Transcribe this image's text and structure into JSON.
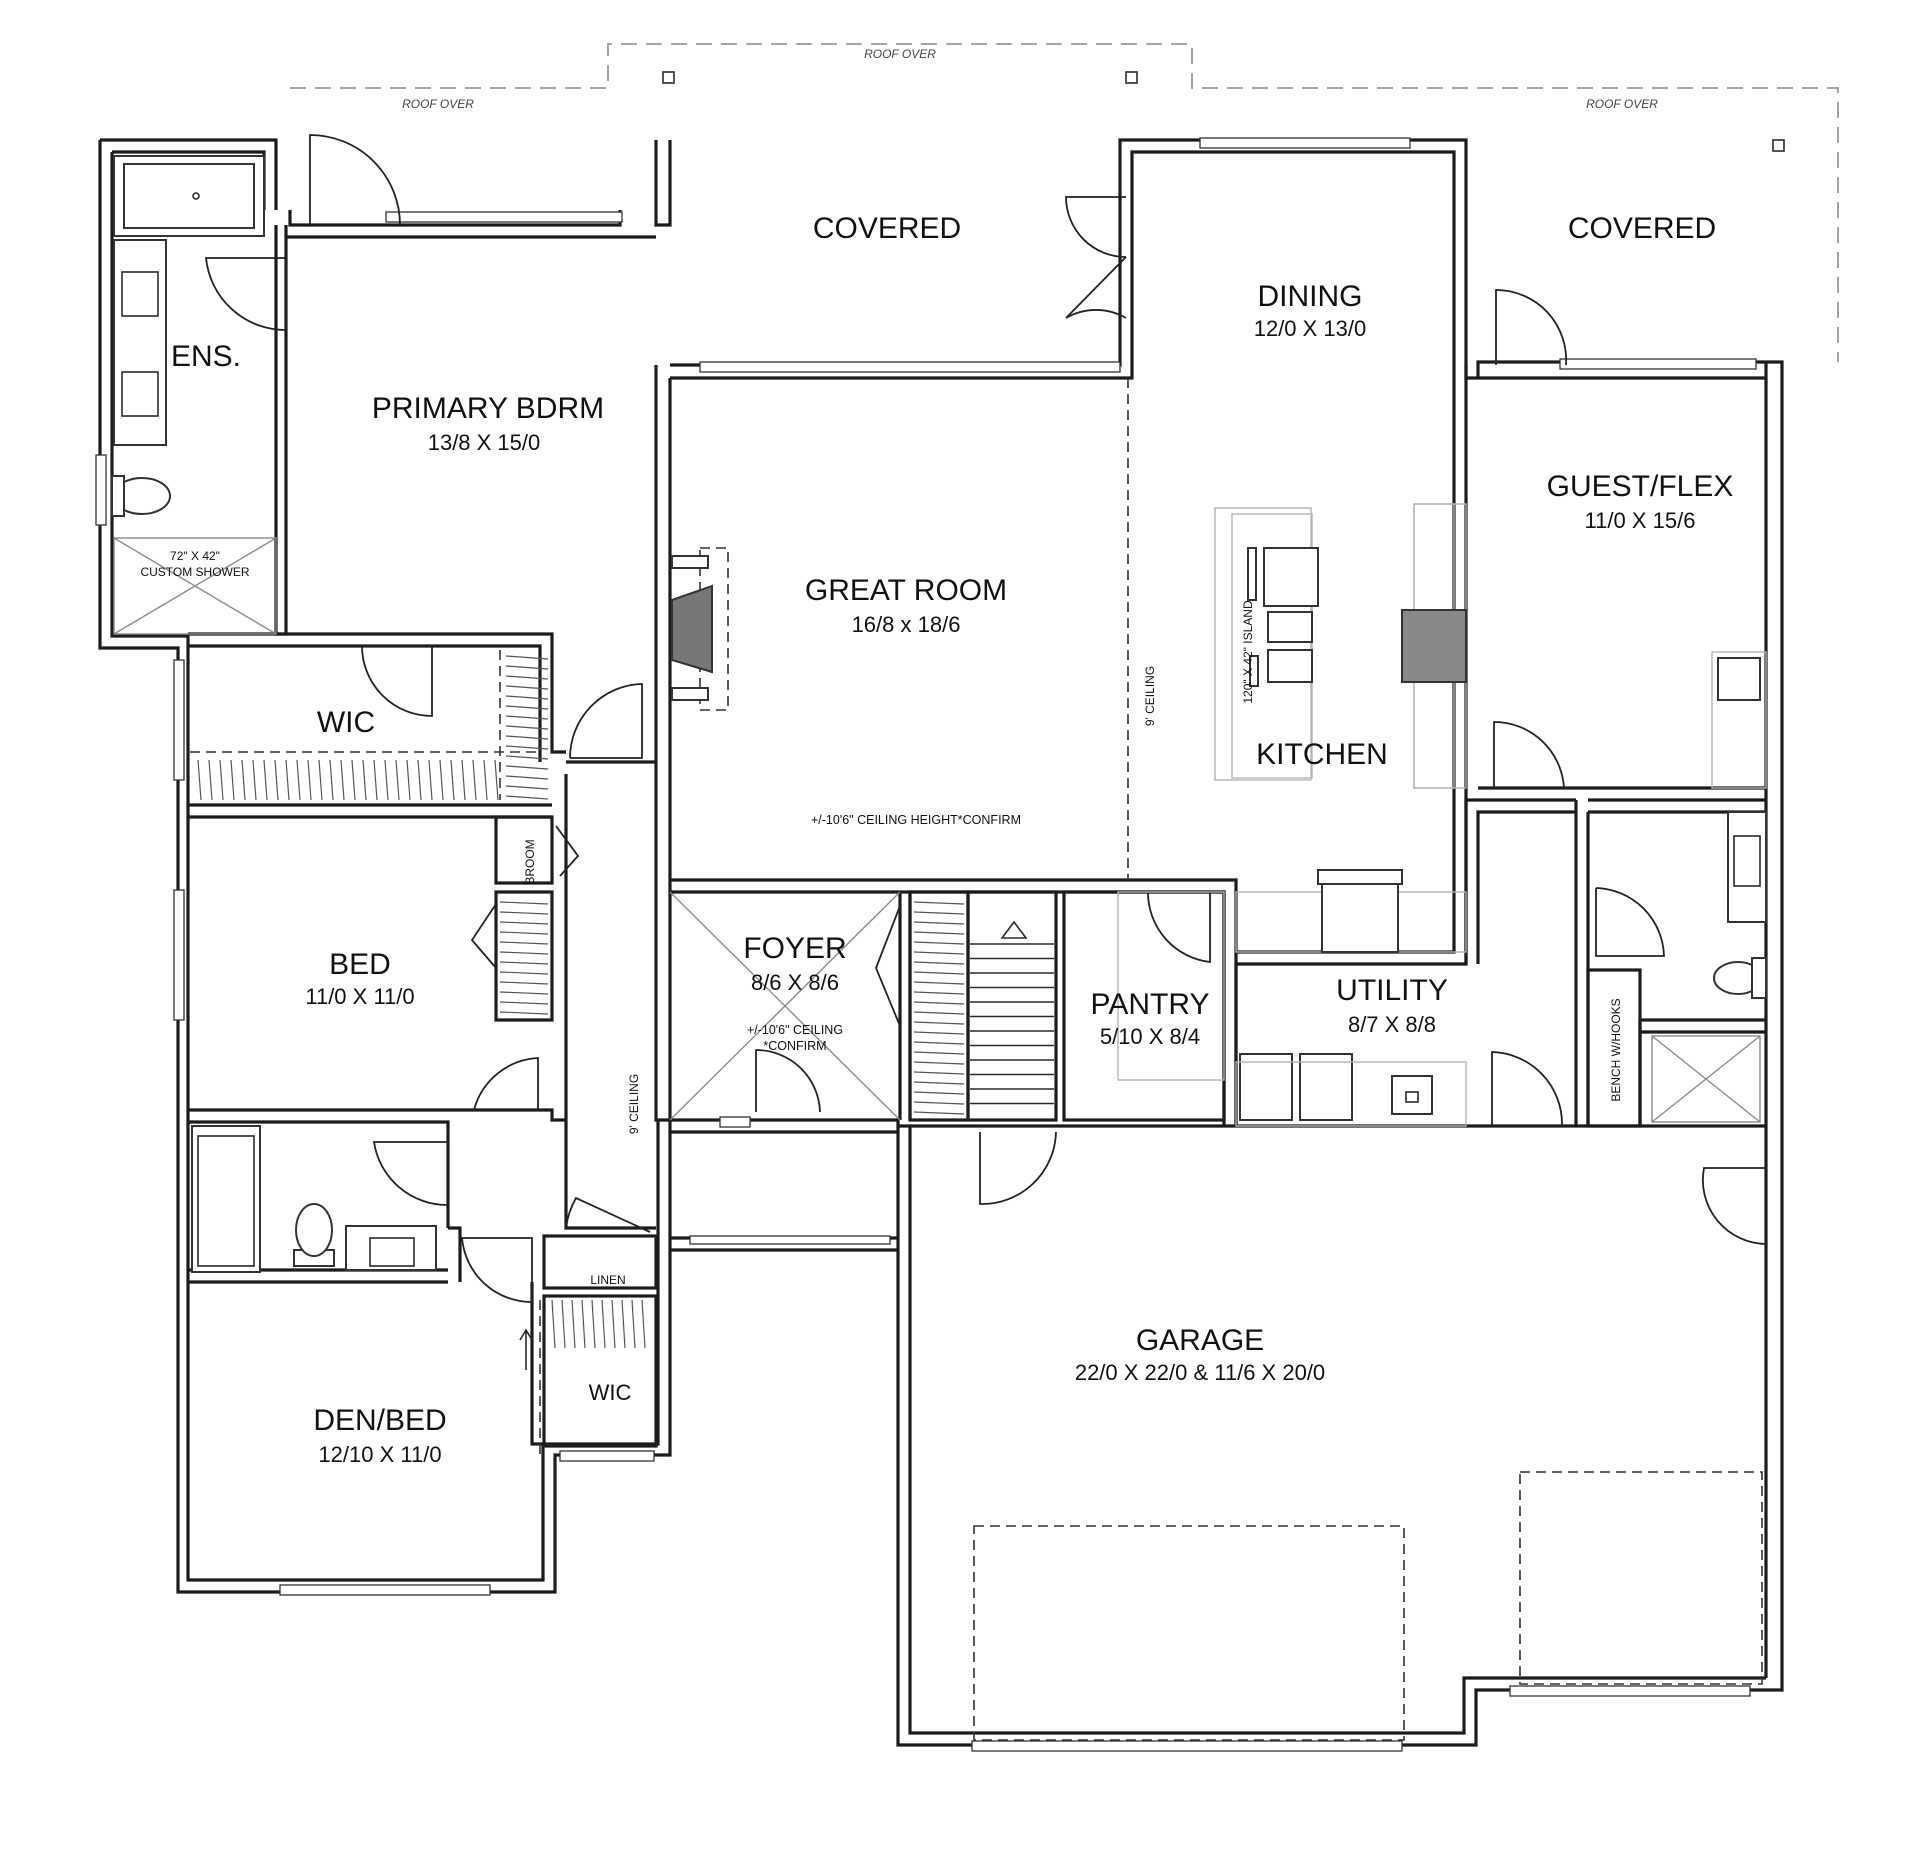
{
  "plan": {
    "roof_notes": [
      "ROOF OVER",
      "ROOF OVER",
      "ROOF OVER"
    ],
    "covered_left": "COVERED",
    "covered_right": "COVERED",
    "rooms": {
      "ensuite": {
        "name": "ENS.",
        "shower_size": "72\" X 42\"",
        "shower_label": "CUSTOM SHOWER"
      },
      "primary_bedroom": {
        "name": "PRIMARY BDRM",
        "dims": "13/8 X 15/0"
      },
      "great_room": {
        "name": "GREAT ROOM",
        "dims": "16/8 x 18/6",
        "note": "+/-10'6\" CEILING HEIGHT*CONFIRM"
      },
      "dining": {
        "name": "DINING",
        "dims": "12/0 X 13/0"
      },
      "kitchen": {
        "name": "KITCHEN",
        "island": "120\" X 42\" ISLAND",
        "ceiling": "9' CEILING"
      },
      "guest_flex": {
        "name": "GUEST/FLEX",
        "dims": "11/0 X 15/6"
      },
      "wic_primary": {
        "name": "WIC"
      },
      "broom": {
        "name": "BROOM"
      },
      "bed": {
        "name": "BED",
        "dims": "11/0 X 11/0"
      },
      "foyer": {
        "name": "FOYER",
        "dims": "8/6 X 8/6",
        "note_line1": "+/-10'6\" CEILING",
        "note_line2": "*CONFIRM"
      },
      "pantry": {
        "name": "PANTRY",
        "dims": "5/10 X 8/4"
      },
      "utility": {
        "name": "UTILITY",
        "dims": "8/7 X 8/8"
      },
      "bench": {
        "name": "BENCH W/HOOKS"
      },
      "hall": {
        "ceiling": "9' CEILING"
      },
      "linen": {
        "name": "LINEN"
      },
      "wic_den": {
        "name": "WIC"
      },
      "den_bed": {
        "name": "DEN/BED",
        "dims": "12/10 X 11/0"
      },
      "garage": {
        "name": "GARAGE",
        "dims": "22/0 X 22/0 & 11/6 X 20/0"
      }
    }
  }
}
